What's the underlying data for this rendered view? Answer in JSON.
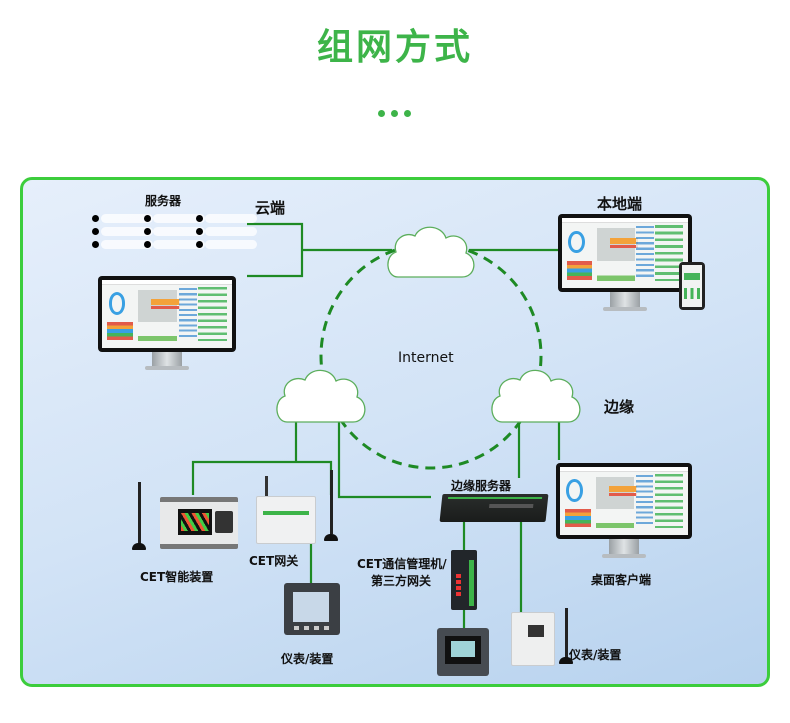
{
  "header": {
    "title": "组网方式",
    "decoration_dots": 3,
    "accent_color": "#3db449"
  },
  "panel": {
    "border_color": "#3ccd3c",
    "line_color": "#1e8a24"
  },
  "zones": {
    "cloud": "云端",
    "local": "本地端",
    "edge": "边缘",
    "internet": "Internet"
  },
  "nodes": {
    "servers": {
      "label": "服务器",
      "rows": 3,
      "columns": 3,
      "icon": "server-rack-icon"
    },
    "cloud_monitor": {
      "icon": "monitor-icon"
    },
    "local_monitor": {
      "icon": "monitor-icon"
    },
    "local_phone": {
      "icon": "smartphone-icon"
    },
    "cloud_top": {
      "icon": "cloud-icon"
    },
    "cloud_left": {
      "icon": "cloud-icon"
    },
    "cloud_right": {
      "icon": "cloud-icon"
    },
    "cet_smart_device": {
      "label": "CET智能装置",
      "icon": "power-meter-icon"
    },
    "cet_gateway": {
      "label": "CET网关",
      "icon": "gateway-icon"
    },
    "meter_left": {
      "label": "仪表/装置",
      "icon": "panel-meter-icon"
    },
    "edge_server": {
      "label": "边缘服务器",
      "icon": "rack-server-icon"
    },
    "comm_manager": {
      "label_line1": "CET通信管理机/",
      "label_line2": "第三方网关",
      "icon": "comm-manager-icon"
    },
    "meter_bottom": {
      "icon": "panel-meter-icon"
    },
    "meter_right": {
      "label": "仪表/装置",
      "icon": "din-meter-icon"
    },
    "desktop_client": {
      "label": "桌面客户端",
      "icon": "monitor-icon"
    }
  }
}
